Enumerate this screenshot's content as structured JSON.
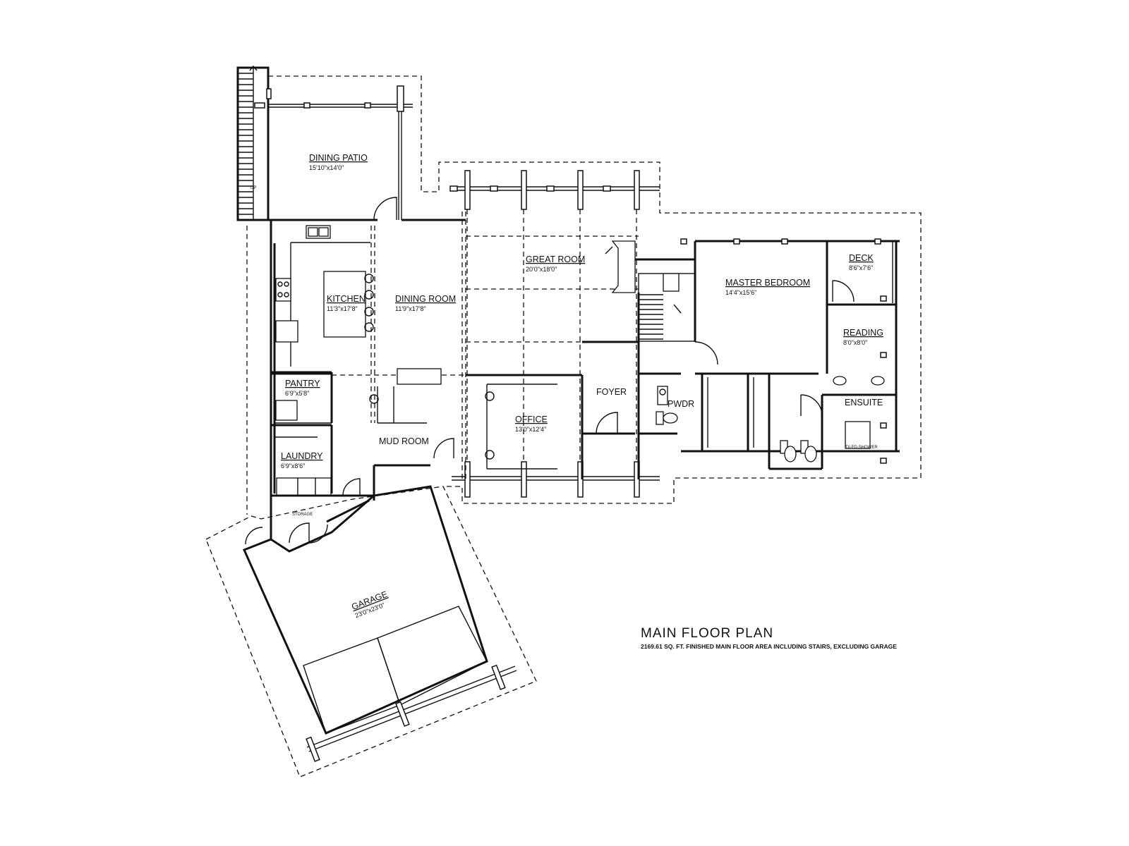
{
  "plan": {
    "title": "MAIN FLOOR PLAN",
    "subtitle": "2169.61 SQ. FT. FINISHED MAIN FLOOR AREA INCLUDING STAIRS, EXCLUDING GARAGE"
  },
  "rooms": {
    "dining_patio": {
      "name": "DINING PATIO",
      "size": "15'10\"x14'0\""
    },
    "kitchen": {
      "name": "KITCHEN",
      "size": "11'3\"x17'8\""
    },
    "dining_room": {
      "name": "DINING ROOM",
      "size": "11'9\"x17'8\""
    },
    "great_room": {
      "name": "GREAT ROOM",
      "size": "20'0\"x18'0\""
    },
    "master_bedroom": {
      "name": "MASTER BEDROOM",
      "size": "14'4\"x15'6\""
    },
    "deck": {
      "name": "DECK",
      "size": "8'6\"x7'6\""
    },
    "reading": {
      "name": "READING",
      "size": "8'0\"x8'0\""
    },
    "pantry": {
      "name": "PANTRY",
      "size": "6'9\"x5'8\""
    },
    "laundry": {
      "name": "LAUNDRY",
      "size": "6'9\"x8'6\""
    },
    "mud_room": {
      "name": "MUD ROOM"
    },
    "office": {
      "name": "OFFICE",
      "size": "13'0\"x12'4\""
    },
    "foyer": {
      "name": "FOYER"
    },
    "pwdr": {
      "name": "PWDR"
    },
    "ensuite": {
      "name": "ENSUITE"
    },
    "storage": {
      "name": "STORAGE"
    },
    "garage": {
      "name": "GARAGE",
      "size": "23'0\"x23'0\""
    }
  },
  "notes": {
    "stair_up": "UP",
    "tiled_shower": "TILED SHOWER"
  }
}
